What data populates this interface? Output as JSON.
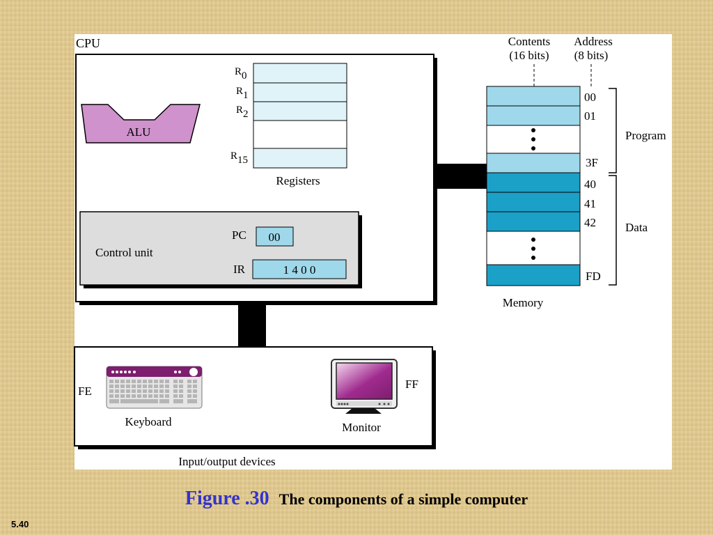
{
  "diagram": {
    "cpu_label": "CPU",
    "alu_label": "ALU",
    "registers": {
      "items": [
        {
          "base": "R",
          "sub": "0"
        },
        {
          "base": "R",
          "sub": "1"
        },
        {
          "base": "R",
          "sub": "2"
        },
        {
          "base": "R",
          "sub": "15"
        }
      ],
      "label": "Registers"
    },
    "control_unit": {
      "label": "Control unit",
      "pc_label": "PC",
      "pc_value": "00",
      "ir_label": "IR",
      "ir_value": "1 4 0 0"
    },
    "memory": {
      "contents_header": [
        "Contents",
        "(16 bits)"
      ],
      "address_header": [
        "Address",
        "(8 bits)"
      ],
      "addresses": [
        "00",
        "01",
        "3F",
        "40",
        "41",
        "42",
        "FD"
      ],
      "program_label": "Program",
      "data_label": "Data",
      "label": "Memory"
    },
    "io": {
      "keyboard_address": "FE",
      "keyboard_label": "Keyboard",
      "monitor_address": "FF",
      "monitor_label": "Monitor",
      "label": "Input/output devices"
    },
    "colors": {
      "register_fill": "#dff3f9",
      "program_fill": "#9fd8ea",
      "data_fill": "#1ba0c8",
      "alu_fill": "#cf92cc",
      "control_fill": "#dddddd",
      "monitor_screen": "#a02b8f",
      "keyboard_accent": "#7d1e6e"
    }
  },
  "caption": {
    "figure_label": "Figure .30",
    "title": "The components of a simple computer"
  },
  "slide_number": "5.40"
}
